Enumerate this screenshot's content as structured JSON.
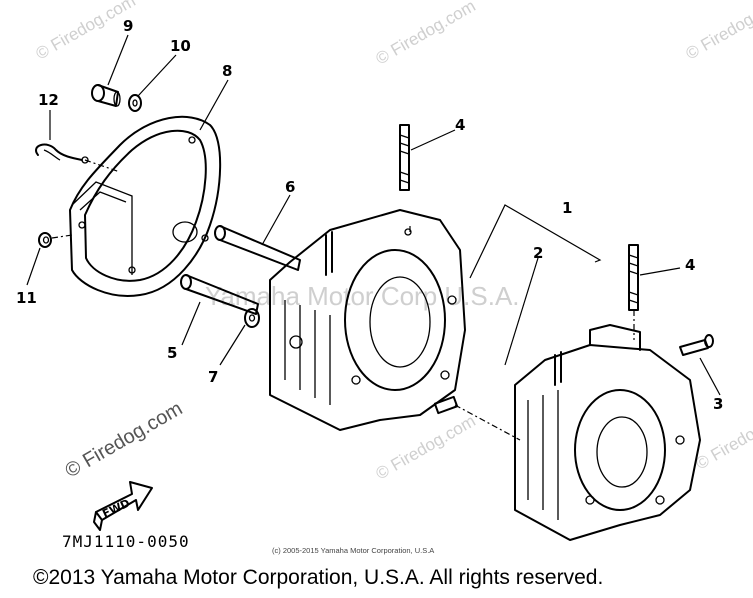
{
  "callouts": {
    "c1": "1",
    "c2": "2",
    "c3": "3",
    "c4a": "4",
    "c4b": "4",
    "c5": "5",
    "c6": "6",
    "c7": "7",
    "c8": "8",
    "c9": "9",
    "c10": "10",
    "c11": "11",
    "c12": "12"
  },
  "fwd_label": "FWD",
  "drawing_code": "7MJ1110-0050",
  "small_copyright": "(c) 2005-2015 Yamaha Motor Corporation, U.S.A",
  "copyright": "©2013 Yamaha Motor Corporation, U.S.A. All rights reserved.",
  "watermarks": {
    "firedog": "© Firedog.com",
    "yamaha": "Yamaha Motor Corp U.S.A."
  },
  "colors": {
    "ink": "#000000",
    "watermark": "#cfcfcf"
  }
}
